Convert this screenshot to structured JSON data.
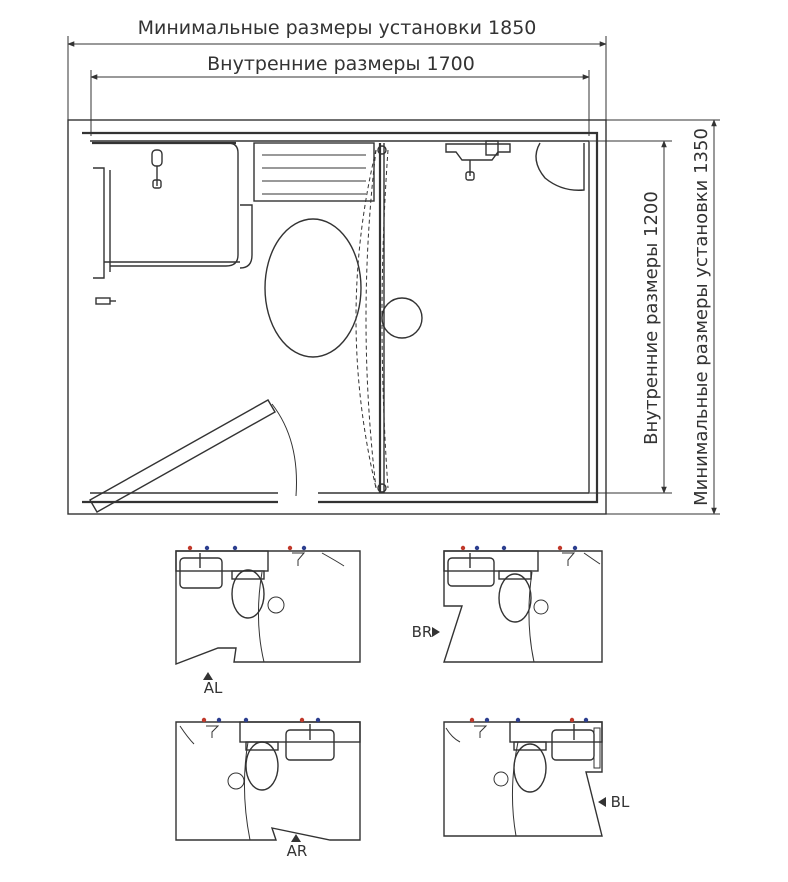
{
  "dimensions": {
    "top_outer": "Минимальные размеры установки 1850",
    "top_inner": "Внутренние размеры 1700",
    "side_inner": "Внутренние размеры 1200",
    "side_outer": "Минимальные размеры установки 1350"
  },
  "variants": {
    "al": "AL",
    "br": "BR",
    "ar": "AR",
    "bl": "BL"
  },
  "colors": {
    "line": "#333333",
    "hot_tap": "#c0392b",
    "cold_tap": "#2c3e8f"
  }
}
